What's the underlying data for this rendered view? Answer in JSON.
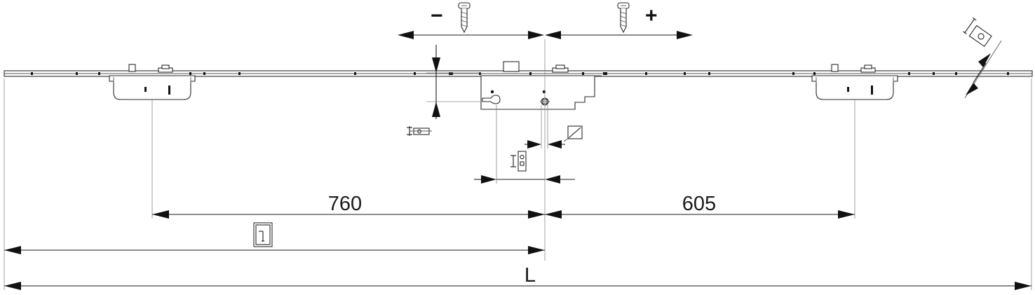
{
  "adjust": {
    "minus": "−",
    "plus": "+"
  },
  "dimensions": {
    "left_distance": "760",
    "right_distance": "605",
    "total_length": "L"
  },
  "icons": {
    "screw": "screw-icon",
    "rotation": "rotation-angle-icon",
    "backset": "backset-icon",
    "square_spindle": "square-spindle-icon",
    "distance": "distance-icon",
    "door_handle_height": "door-handle-height-icon"
  }
}
